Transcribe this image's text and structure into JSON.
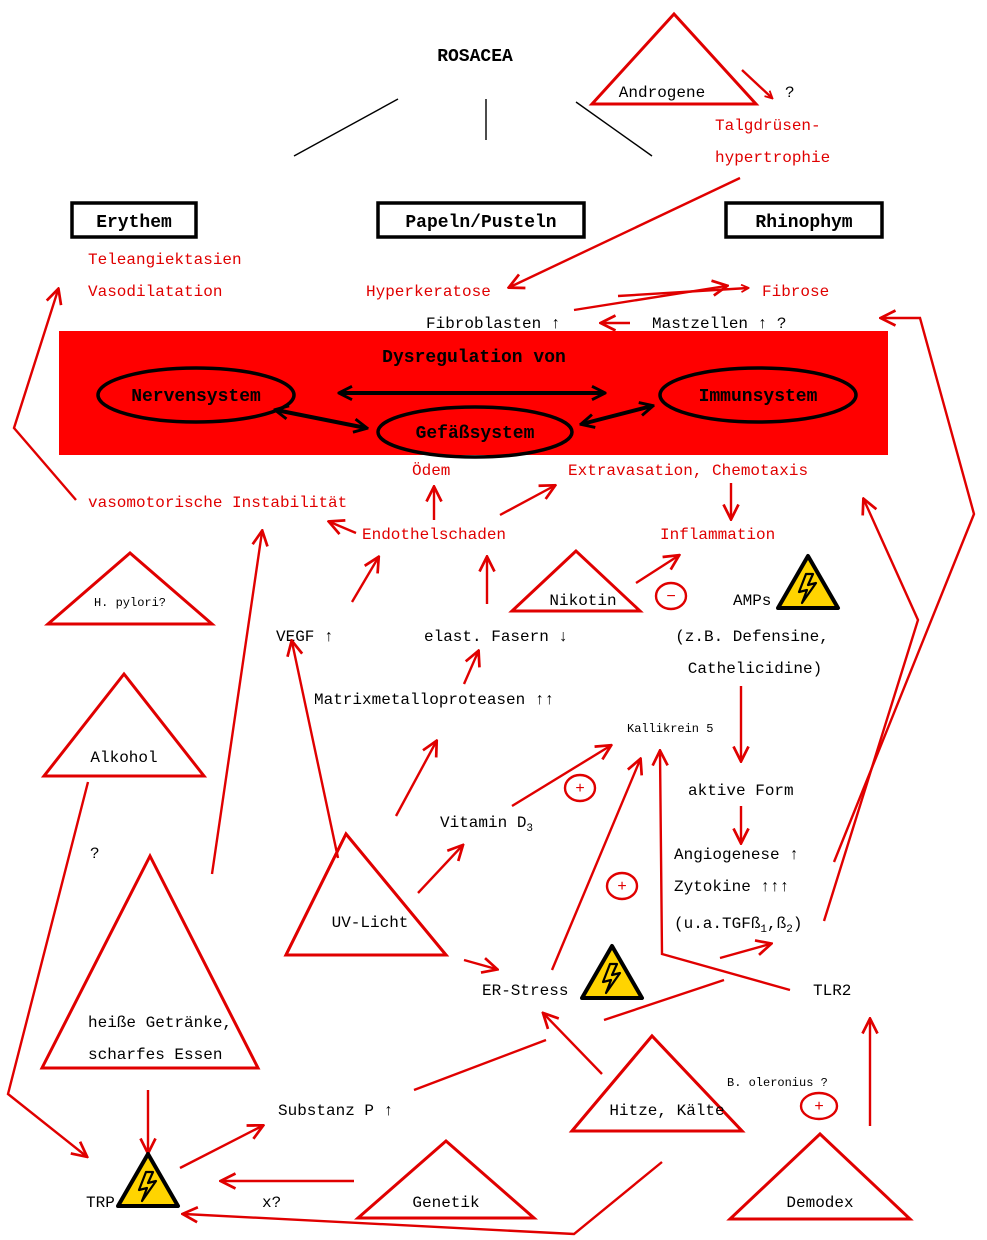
{
  "title": "ROSACEA",
  "subtypes": {
    "erythem": "Erythem",
    "papeln": "Papeln/Pusteln",
    "rhinophym": "Rhinophym"
  },
  "erythem_items": [
    "Teleangiektasien",
    "Vasodilatation"
  ],
  "hyperkeratose": "Hyperkeratose",
  "fibrose": "Fibrose",
  "fibroblasten": "Fibroblasten ↑",
  "mastzellen": "Mastzellen ↑ ?",
  "dysregulation": {
    "title": "Dysregulation von",
    "nervensystem": "Nervensystem",
    "immunsystem": "Immunsystem",
    "gefaessystem": "Gefäßsystem"
  },
  "oedem": "Ödem",
  "extravasation": "Extravasation, Chemotaxis",
  "vasomotorisch": "vasomotorische Instabilität",
  "endothelschaden": "Endothelschaden",
  "inflammation": "Inflammation",
  "triggers": {
    "androgene": "Androgene",
    "h_pylori": "H. pylori?",
    "alkohol": "Alkohol",
    "nikotin": "Nikotin",
    "uv_licht": "UV-Licht",
    "heisse_getraenke_1": "heiße Getränke,",
    "heisse_getraenke_2": "scharfes Essen",
    "hitze_kaelte": "Hitze, Kälte",
    "genetik": "Genetik",
    "demodex": "Demodex"
  },
  "question_mark": "?",
  "talgdruesen_1": "Talgdrüsen-",
  "talgdruesen_2": "hypertrophie",
  "vegf": "VEGF ↑",
  "elast_fasern": "elast. Fasern ↓",
  "amps": "AMPs",
  "amps_examples_1": "(z.B. Defensine,",
  "amps_examples_2": "Cathelicidine)",
  "mmp": "Matrixmetalloproteasen ↑↑",
  "kallikrein": "Kallikrein 5",
  "aktive_form": "aktive Form",
  "vitamin_d": "Vitamin D",
  "vitamin_d_sub": "3",
  "angiogenese": "Angiogenese ↑",
  "zytokine": "Zytokine ↑↑↑",
  "tgf_prefix": "(u.a.TGFß",
  "tgf_sub1": "1",
  "tgf_mid": ",ß",
  "tgf_sub2": "2",
  "tgf_suffix": ")",
  "er_stress": "ER-Stress",
  "tlr2": "TLR2",
  "substanz_p": "Substanz P ↑",
  "b_oleronius": "B. oleronius ?",
  "trp": "TRP",
  "x_question": "x?",
  "plus": "+",
  "minus": "−",
  "colors": {
    "red": "#e00000",
    "box_red": "#ff0000",
    "warning_yellow": "#ffd400",
    "black": "#000000"
  },
  "icons": [
    "warning-lightning-icon"
  ]
}
